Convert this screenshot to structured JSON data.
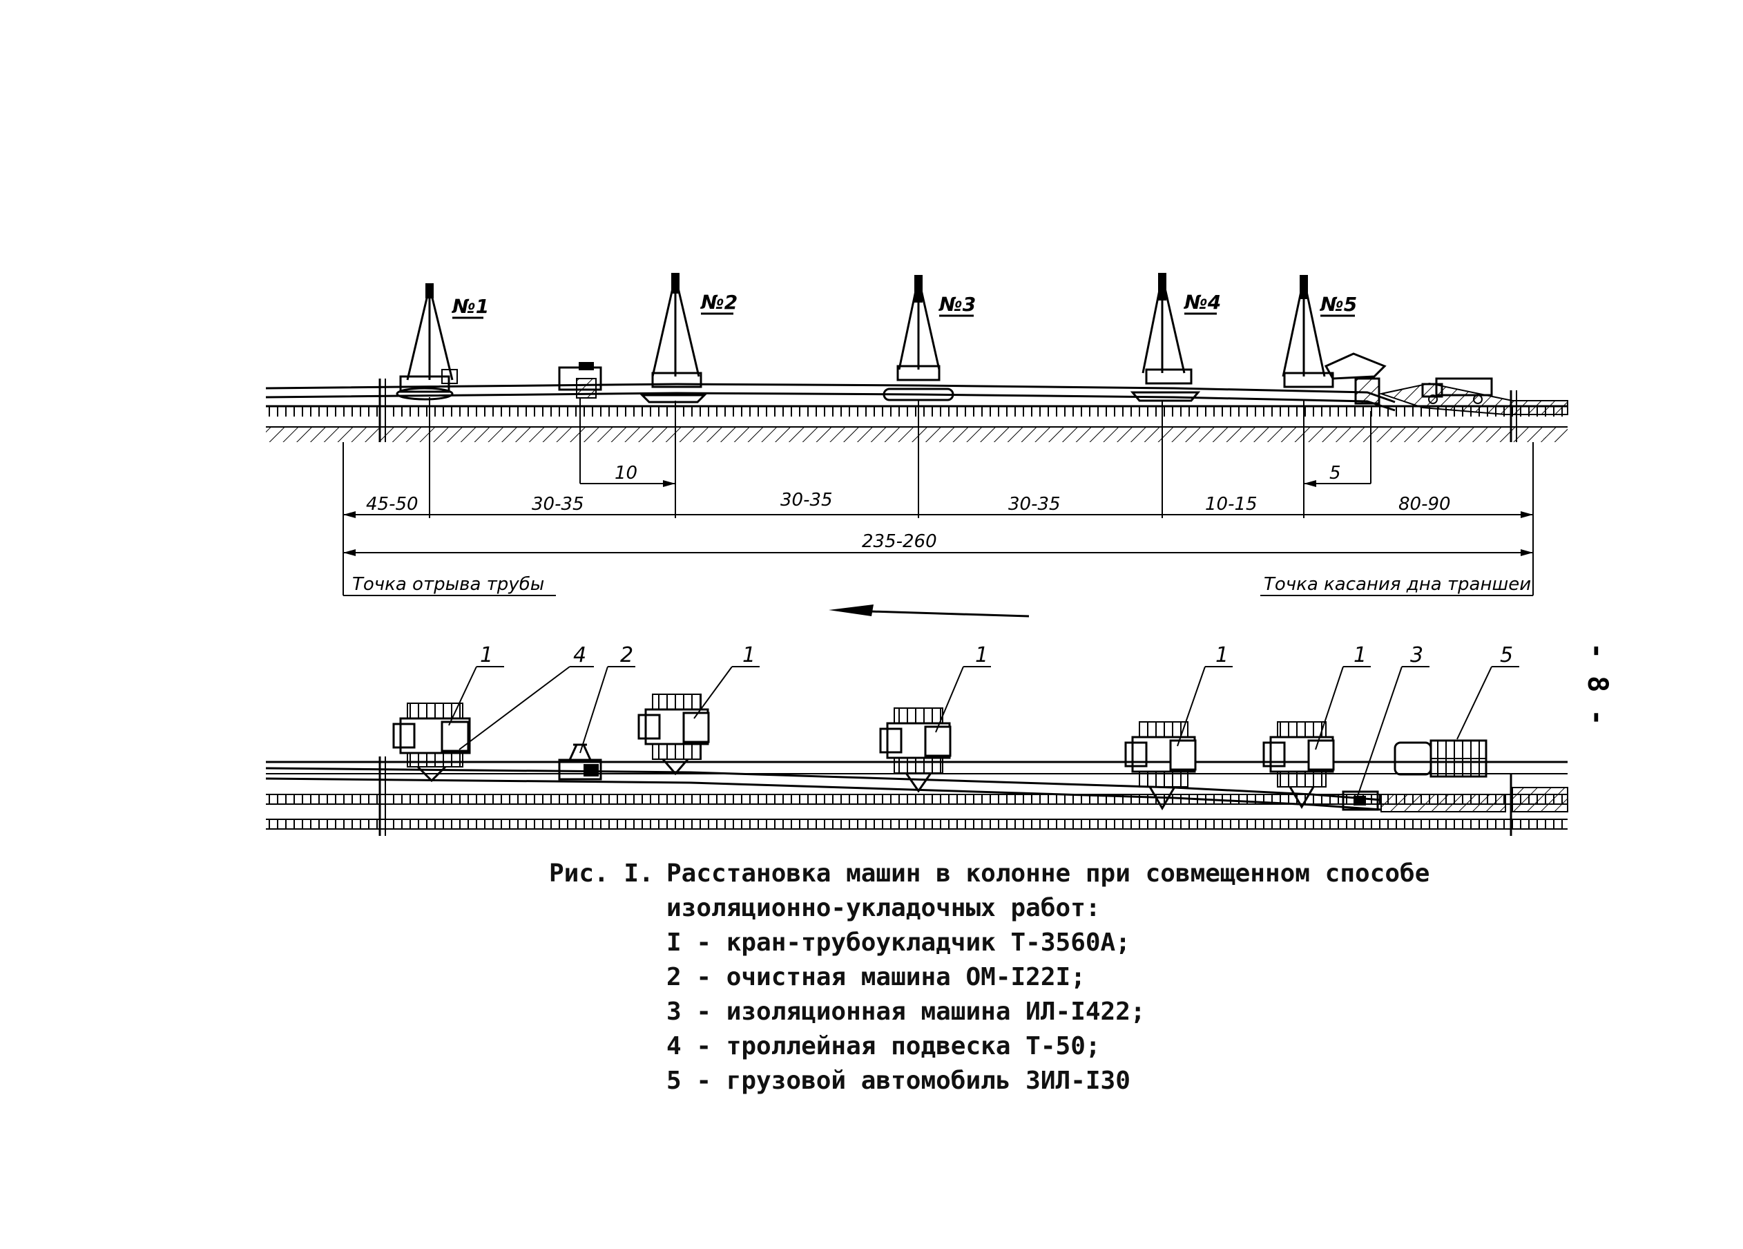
{
  "cranes_top": [
    {
      "label": "№1"
    },
    {
      "label": "№2"
    },
    {
      "label": "№3"
    },
    {
      "label": "№4"
    },
    {
      "label": "№5"
    }
  ],
  "dimensions": {
    "row1": [
      "45-50",
      "30-35",
      "30-35",
      "30-35",
      "10-15",
      "80-90"
    ],
    "offset_left": "10",
    "offset_right": "5",
    "total": "235-260"
  },
  "points": {
    "left": "Точка отрыва трубы",
    "right": "Точка касания дна траншеи"
  },
  "plan_numbers": [
    "1",
    "4",
    "2",
    "1",
    "1",
    "1",
    "1",
    "3",
    "5"
  ],
  "page_number": "- 8 -",
  "caption": {
    "figure": "Рис. I.",
    "title_line1": "Расстановка машин в колонне при совмещенном способе",
    "title_line2": "изоляционно-укладочных работ:",
    "legend": [
      "I - кран-трубоукладчик Т-3560А;",
      "2 - очистная машина ОМ-I22I;",
      "3 - изоляционная машина ИЛ-I422;",
      "4 - троллейная подвеска Т-50;",
      "5 - грузовой автомобиль ЗИЛ-I30"
    ]
  }
}
